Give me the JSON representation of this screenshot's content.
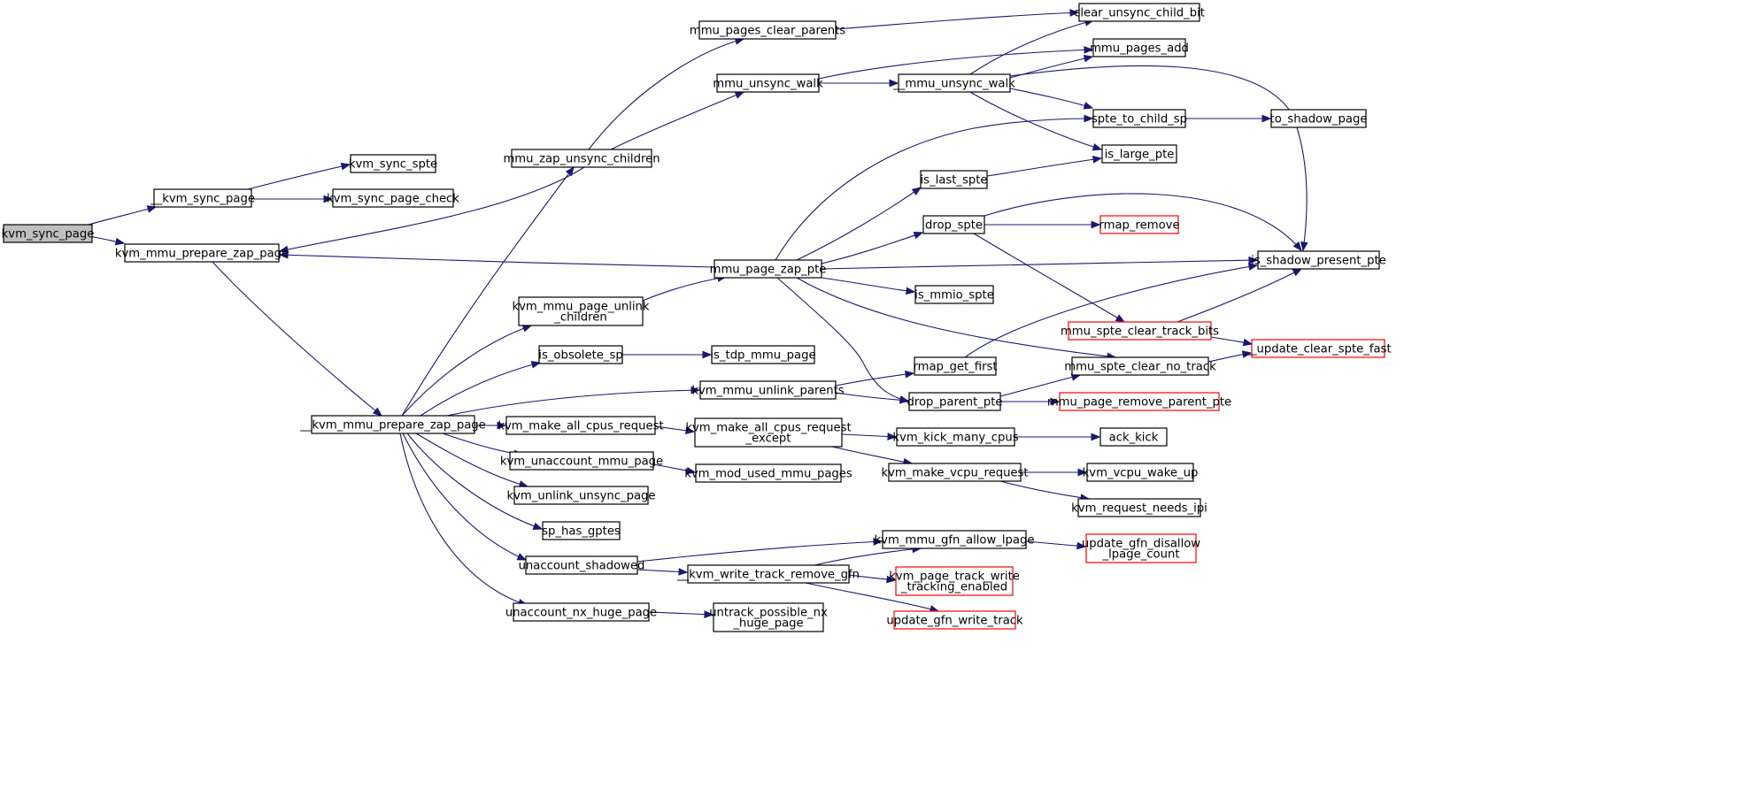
{
  "diagram": {
    "colors": {
      "edge": "#191970",
      "root_fill": "#bfbfbf",
      "incomplete_border": "#ff0000",
      "node_border": "#000000"
    },
    "nodes": {
      "kvm_sync_page": {
        "lines": [
          "kvm_sync_page"
        ],
        "root": true
      },
      "__kvm_sync_page": {
        "lines": [
          "__kvm_sync_page"
        ]
      },
      "kvm_sync_spte": {
        "lines": [
          "kvm_sync_spte"
        ]
      },
      "kvm_sync_page_check": {
        "lines": [
          "kvm_sync_page_check"
        ]
      },
      "kvm_mmu_prepare_zap_page": {
        "lines": [
          "kvm_mmu_prepare_zap_page"
        ]
      },
      "__kvm_mmu_prepare_zap_page": {
        "lines": [
          "__kvm_mmu_prepare_zap_page"
        ]
      },
      "mmu_zap_unsync_children": {
        "lines": [
          "mmu_zap_unsync_children"
        ]
      },
      "mmu_pages_clear_parents": {
        "lines": [
          "mmu_pages_clear_parents"
        ]
      },
      "mmu_unsync_walk": {
        "lines": [
          "mmu_unsync_walk"
        ]
      },
      "__mmu_unsync_walk": {
        "lines": [
          "__mmu_unsync_walk"
        ]
      },
      "clear_unsync_child_bit": {
        "lines": [
          "clear_unsync_child_bit"
        ]
      },
      "mmu_pages_add": {
        "lines": [
          "mmu_pages_add"
        ]
      },
      "spte_to_child_sp": {
        "lines": [
          "spte_to_child_sp"
        ]
      },
      "to_shadow_page": {
        "lines": [
          "to_shadow_page"
        ]
      },
      "is_large_pte": {
        "lines": [
          "is_large_pte"
        ]
      },
      "is_last_spte": {
        "lines": [
          "is_last_spte"
        ]
      },
      "drop_spte": {
        "lines": [
          "drop_spte"
        ]
      },
      "rmap_remove": {
        "lines": [
          "rmap_remove"
        ],
        "incomplete": true
      },
      "is_shadow_present_pte": {
        "lines": [
          "is_shadow_present_pte"
        ]
      },
      "mmu_page_zap_pte": {
        "lines": [
          "mmu_page_zap_pte"
        ]
      },
      "is_mmio_spte": {
        "lines": [
          "is_mmio_spte"
        ]
      },
      "mmu_spte_clear_track_bits": {
        "lines": [
          "mmu_spte_clear_track_bits"
        ],
        "incomplete": true
      },
      "__update_clear_spte_fast": {
        "lines": [
          "__update_clear_spte_fast"
        ],
        "incomplete": true
      },
      "kvm_mmu_page_unlink_children": {
        "lines": [
          "kvm_mmu_page_unlink",
          "_children"
        ]
      },
      "is_obsolete_sp": {
        "lines": [
          "is_obsolete_sp"
        ]
      },
      "is_tdp_mmu_page": {
        "lines": [
          "is_tdp_mmu_page"
        ]
      },
      "rmap_get_first": {
        "lines": [
          "rmap_get_first"
        ]
      },
      "mmu_spte_clear_no_track": {
        "lines": [
          "mmu_spte_clear_no_track"
        ]
      },
      "kvm_mmu_unlink_parents": {
        "lines": [
          "kvm_mmu_unlink_parents"
        ]
      },
      "drop_parent_pte": {
        "lines": [
          "drop_parent_pte"
        ]
      },
      "mmu_page_remove_parent_pte": {
        "lines": [
          "mmu_page_remove_parent_pte"
        ],
        "incomplete": true
      },
      "kvm_make_all_cpus_request": {
        "lines": [
          "kvm_make_all_cpus_request"
        ]
      },
      "kvm_make_all_cpus_request_except": {
        "lines": [
          "kvm_make_all_cpus_request",
          "_except"
        ]
      },
      "kvm_kick_many_cpus": {
        "lines": [
          "kvm_kick_many_cpus"
        ]
      },
      "ack_kick": {
        "lines": [
          "ack_kick"
        ]
      },
      "kvm_unaccount_mmu_page": {
        "lines": [
          "kvm_unaccount_mmu_page"
        ]
      },
      "kvm_mod_used_mmu_pages": {
        "lines": [
          "kvm_mod_used_mmu_pages"
        ]
      },
      "kvm_make_vcpu_request": {
        "lines": [
          "kvm_make_vcpu_request"
        ]
      },
      "kvm_vcpu_wake_up": {
        "lines": [
          "kvm_vcpu_wake_up"
        ]
      },
      "kvm_request_needs_ipi": {
        "lines": [
          "kvm_request_needs_ipi"
        ]
      },
      "kvm_unlink_unsync_page": {
        "lines": [
          "kvm_unlink_unsync_page"
        ]
      },
      "sp_has_gptes": {
        "lines": [
          "sp_has_gptes"
        ]
      },
      "unaccount_shadowed": {
        "lines": [
          "unaccount_shadowed"
        ]
      },
      "kvm_mmu_gfn_allow_lpage": {
        "lines": [
          "kvm_mmu_gfn_allow_lpage"
        ]
      },
      "update_gfn_disallow_lpage_count": {
        "lines": [
          "update_gfn_disallow",
          "_lpage_count"
        ],
        "incomplete": true
      },
      "__kvm_write_track_remove_gfn": {
        "lines": [
          "__kvm_write_track_remove_gfn"
        ]
      },
      "kvm_page_track_write_tracking_enabled": {
        "lines": [
          "kvm_page_track_write",
          "_tracking_enabled"
        ],
        "incomplete": true
      },
      "update_gfn_write_track": {
        "lines": [
          "update_gfn_write_track"
        ],
        "incomplete": true
      },
      "unaccount_nx_huge_page": {
        "lines": [
          "unaccount_nx_huge_page"
        ]
      },
      "untrack_possible_nx_huge_page": {
        "lines": [
          "untrack_possible_nx",
          "_huge_page"
        ]
      }
    }
  }
}
